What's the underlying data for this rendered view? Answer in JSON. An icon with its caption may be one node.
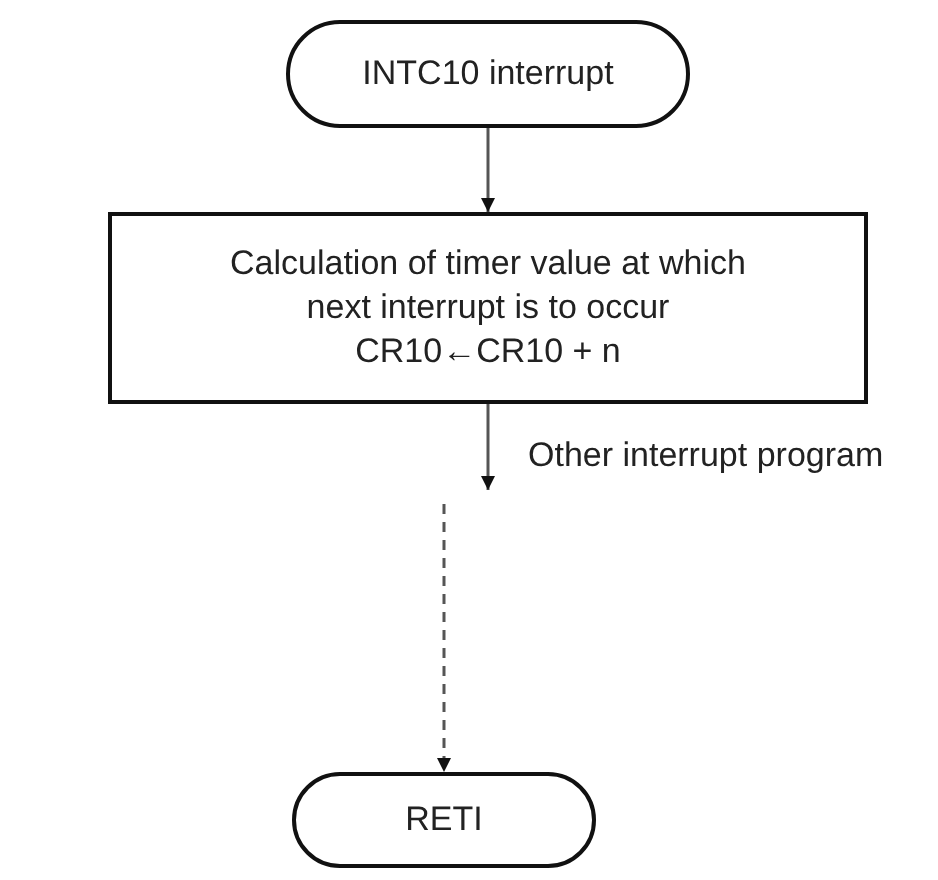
{
  "diagram": {
    "nodes": [
      {
        "text": [
          "INTC10 interrupt"
        ]
      },
      {
        "text": [
          "Calculation of timer value at which next interrupt is to occur",
          "CR10←CR10 + n"
        ]
      },
      {
        "text": [
          "RETI"
        ]
      }
    ],
    "edges": [
      {
        "from": 0,
        "to": 1,
        "arrow": "to"
      },
      {
        "from": 1,
        "to": null,
        "arrow": "to",
        "label": "Other interrupt program"
      },
      {
        "from": null,
        "to": 2,
        "arrow": "to",
        "style": "dashed"
      }
    ]
  }
}
